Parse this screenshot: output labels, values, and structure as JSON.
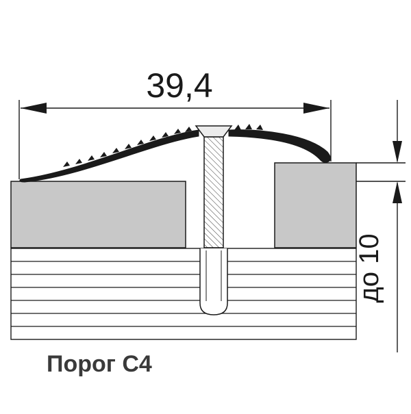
{
  "dimensions": {
    "width_label": "39,4",
    "height_label": "до 10"
  },
  "caption": "Порог С4",
  "colors": {
    "line": "#1a1a1a",
    "block_fill": "#c8c8c8",
    "screw_fill": "#ececec",
    "background": "#ffffff",
    "accent": "#3a3a3a"
  }
}
